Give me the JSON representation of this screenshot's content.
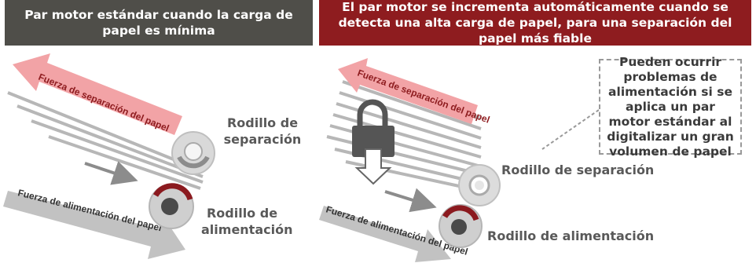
{
  "header_left": "Par motor estándar cuando la carga de papel es mínima",
  "header_right": "El par motor se incrementa automáticamente cuando se detecta una alta carga de papel, para una separación del papel más fiable",
  "left": {
    "separation_force": "Fuerza de separación del papel",
    "feed_force": "Fuerza de alimentación del papel",
    "separation_roller": "Rodillo de separación",
    "feed_roller": "Rodillo de alimentación"
  },
  "right": {
    "separation_force": "Fuerza de separación del papel",
    "feed_force": "Fuerza de alimentación del papel",
    "separation_roller": "Rodillo de separación",
    "feed_roller": "Rodillo de alimentación",
    "callout": "Pueden ocurrir problemas de alimentación si se aplica un par motor estándar al digitalizar un gran volumen de papel"
  },
  "colors": {
    "dark_header": "#4f4e49",
    "red_header": "#8e1c1f",
    "pink_arrow": "#f2a3a6",
    "grey_arrow": "#bdbdbd",
    "paper_line": "#b7b7b7",
    "roller_red": "#8b1a1f"
  }
}
